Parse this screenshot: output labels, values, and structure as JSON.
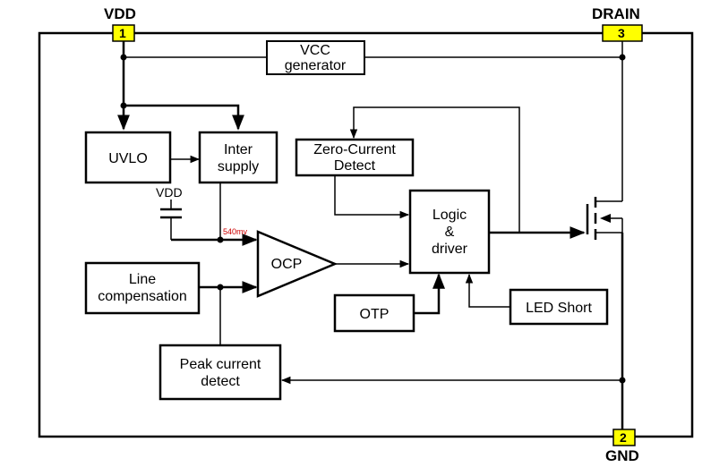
{
  "pins": {
    "vdd": {
      "name": "VDD",
      "number": "1"
    },
    "drain": {
      "name": "DRAIN",
      "number": "3"
    },
    "gnd": {
      "name": "GND",
      "number": "2"
    }
  },
  "blocks": {
    "vcc_generator": {
      "line1": "VCC",
      "line2": "generator"
    },
    "uvlo": {
      "label": "UVLO"
    },
    "inter_supply": {
      "line1": "Inter",
      "line2": "supply"
    },
    "zero_current": {
      "line1": "Zero-Current",
      "line2": "Detect"
    },
    "logic": {
      "line1": "Logic",
      "line2": "&",
      "line3": "driver"
    },
    "ocp": {
      "label": "OCP"
    },
    "line_comp": {
      "line1": "Line",
      "line2": "compensation"
    },
    "otp": {
      "label": "OTP"
    },
    "led_short": {
      "label": "LED Short"
    },
    "peak_current": {
      "line1": "Peak current",
      "line2": "detect"
    }
  },
  "annotations": {
    "ref_voltage": "540mv",
    "cap_vdd": "VDD"
  }
}
